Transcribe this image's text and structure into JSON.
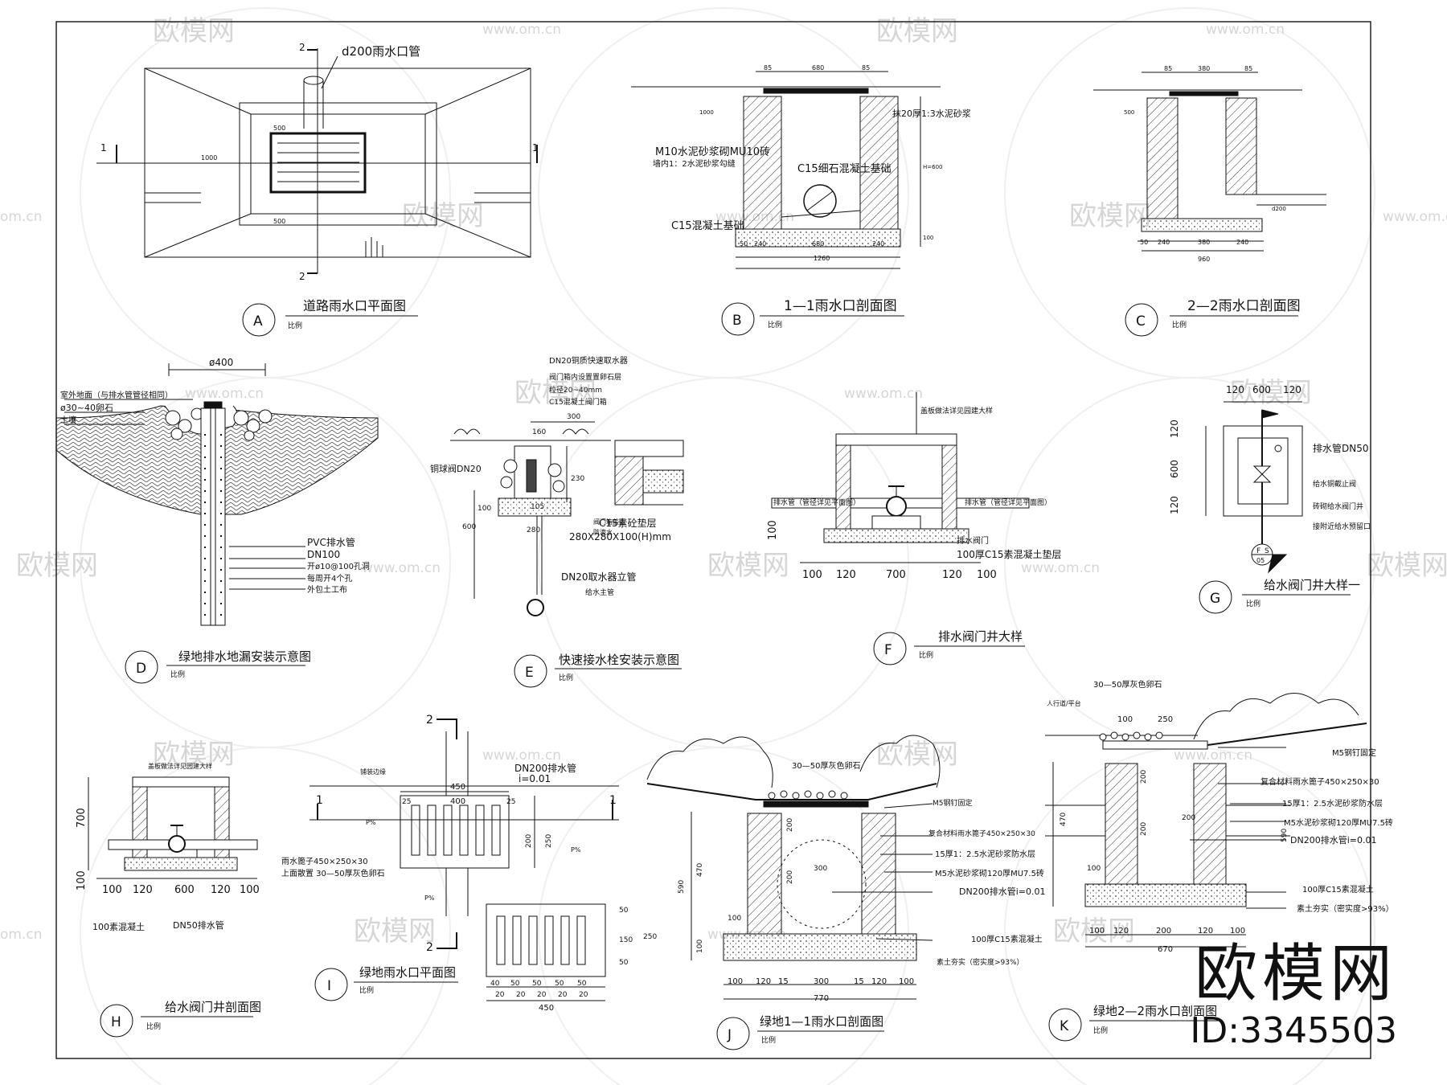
{
  "watermark": {
    "site": "www.om.cn",
    "brand": "欧模网",
    "short": "om.cn"
  },
  "brand_badge": {
    "name": "欧模网",
    "id": "ID:3345503"
  },
  "panels": {
    "A": {
      "letter": "A",
      "title": "道路雨水口平面图",
      "scale": "比例",
      "labels": {
        "pipe": "d200雨水口管",
        "sec1": "1",
        "sec2": "2",
        "d1000": "1000",
        "d500": "500"
      }
    },
    "B": {
      "letter": "B",
      "title": "1—1雨水口剖面图",
      "scale": "比例",
      "labels": {
        "wall": "M10水泥砂浆砌MU10砖",
        "wall2": "墙内1：2水泥砂浆勾缝",
        "plaster": "抹20厚1:3水泥砂浆",
        "bed": "C15细石混凝土基础",
        "base": "C15混凝土基础",
        "d1000": "1000",
        "d680": "680",
        "d1260": "1260",
        "d240": "240",
        "d85": "85",
        "d50": "50",
        "d100": "100",
        "h": "H=600"
      }
    },
    "C": {
      "letter": "C",
      "title": "2—2雨水口剖面图",
      "scale": "比例",
      "labels": {
        "d380": "380",
        "d960": "960",
        "d240": "240",
        "d85": "85",
        "d50": "50",
        "d500": "500",
        "d200": "d200"
      }
    },
    "D": {
      "letter": "D",
      "title": "绿地排水地漏安装示意图",
      "scale": "比例",
      "labels": {
        "d400": "ø400",
        "ground": "室外地面（与排水管管径相同）",
        "gravel": "ø30~40卵石",
        "soil": "土壤",
        "pvc": "PVC排水管",
        "dn": "DN100",
        "holes": "开ø10@100孔洞",
        "each": "每周开4个孔",
        "wrap": "外包土工布"
      }
    },
    "E": {
      "letter": "E",
      "title": "快速接水栓安装示意图",
      "scale": "比例",
      "labels": {
        "t1": "DN20铜质快速取水器",
        "t2": "阀门箱内设置置卵石层",
        "t3": "粒径20~40mm",
        "t4": "C15混凝土阀门箱",
        "valve": "铜球阀DN20",
        "c15": "C15素砼垫层",
        "size": "280X280X100(H)mm",
        "riser": "DN20取水器立管",
        "main": "给水主管",
        "d160": "160",
        "d300": "300",
        "d230": "230",
        "d100": "100",
        "d600": "600",
        "d280": "280",
        "d105": "105",
        "lid": "阀门箱盖面",
        "drain": "防渗水"
      }
    },
    "F": {
      "letter": "F",
      "title": "排水阀门井大样",
      "scale": "比例",
      "labels": {
        "lid": "盖板做法详见园建大样",
        "pipeL": "排水管（管径详见平面图）",
        "pipeR": "排水管（管径详见平面图）",
        "valve": "排水阀门",
        "base": "100厚C15素混凝土垫层",
        "d100": "100",
        "d120": "120",
        "d700": "700"
      }
    },
    "G": {
      "letter": "G",
      "title": "给水阀门井大样一",
      "scale": "比例",
      "labels": {
        "d120": "120",
        "d600": "600",
        "drain": "排水管DN50",
        "valve": "给水铜截止阀",
        "well": "砖砌给水阀门井",
        "cap": "接附近给水预留口",
        "tagF": "F",
        "tagS": "S",
        "tag05": "05"
      }
    },
    "H": {
      "letter": "H",
      "title": "给水阀门井剖面图",
      "scale": "比例",
      "labels": {
        "lid": "盖板做法详见园建大样",
        "d700": "700",
        "d100": "100",
        "d120": "120",
        "d600": "600",
        "base": "100素混凝土",
        "pipe": "DN50排水管"
      }
    },
    "I": {
      "letter": "I",
      "title": "绿地雨水口平面图",
      "scale": "比例",
      "labels": {
        "edge": "铺装边缘",
        "pipe": "DN200排水管",
        "slope": "i=0.01",
        "d450": "450",
        "d400": "400",
        "d25": "25",
        "d200": "200",
        "d250": "250",
        "grate": "雨水篦子450×250×30",
        "gravel": "上面散置 30—50厚灰色卵石",
        "pct": "P%",
        "sec1": "1",
        "sec2": "2",
        "d50": "50",
        "d150": "150",
        "d40": "40",
        "d20": "20"
      }
    },
    "J": {
      "letter": "J",
      "title": "绿地1—1雨水口剖面图",
      "scale": "比例",
      "labels": {
        "gravel": "30—50厚灰色卵石",
        "m5": "M5钢钉固定",
        "grate": "复合材料雨水篦子450×250×30",
        "plaster": "15厚1：2.5水泥砂浆防水层",
        "wall": "M5水泥砂浆砌120厚MU7.5砖",
        "pipe": "DN200排水管i=0.01",
        "base": "100厚C15素混凝土",
        "soil": "素土夯实（密实度>93%）",
        "d300": "300",
        "d590": "590",
        "d470": "470",
        "d100": "100",
        "d120": "120",
        "d15": "15",
        "d770": "770",
        "d200": "200"
      }
    },
    "K": {
      "letter": "K",
      "title": "绿地2—2雨水口剖面图",
      "scale": "比例",
      "labels": {
        "gravel": "30—50厚灰色卵石",
        "walk": "人行道/平台",
        "m5": "M5钢钉固定",
        "grate": "复合材料雨水篦子450×250×30",
        "plaster": "15厚1：2.5水泥砂浆防水层",
        "wall": "M5水泥砂浆砌120厚MU7.5砖",
        "pipe": "DN200排水管i=0.01",
        "base": "100厚C15素混凝土",
        "soil": "素土夯实（密实度>93%）",
        "d100": "100",
        "d250": "250",
        "d200": "200",
        "d470": "470",
        "d590": "590",
        "d670": "670",
        "d120": "120"
      }
    }
  }
}
